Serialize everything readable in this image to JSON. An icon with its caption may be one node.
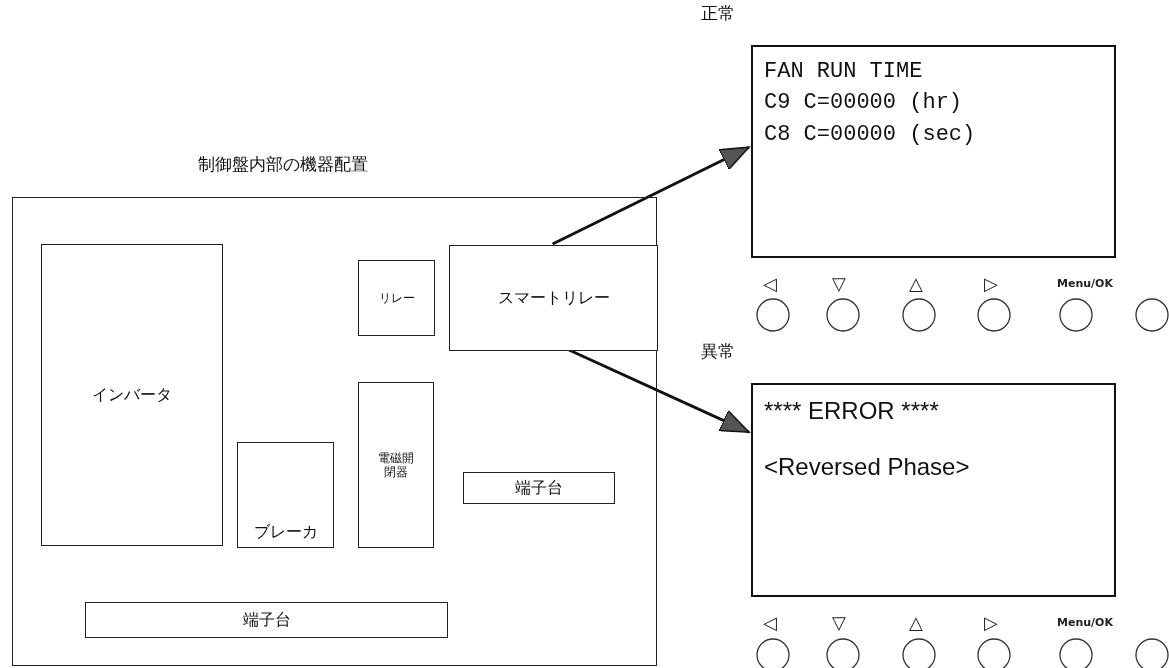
{
  "diagram": {
    "nodes": [
      {
        "text": [
          "制御盤内部の機器配置"
        ]
      },
      {
        "text": [
          "インバータ"
        ],
        "in": 0
      },
      {
        "text": [
          "ブレーカ"
        ],
        "in": 0
      },
      {
        "text": [
          "リレー"
        ],
        "in": 0
      },
      {
        "text": [
          "電磁開閉器"
        ],
        "in": 0
      },
      {
        "text": [
          "スマートリレー"
        ],
        "in": 0
      },
      {
        "text": [
          "端子台"
        ],
        "in": 0
      },
      {
        "text": [
          "端子台"
        ],
        "in": 0
      },
      {
        "text": [
          "正常",
          "FAN RUN TIME",
          "C9 C=00000 (hr)",
          "C8 C=00000 (sec)"
        ]
      },
      {
        "text": [
          "異常",
          "**** ERROR ****",
          "<Reversed Phase>"
        ]
      }
    ],
    "edges": [
      {
        "from": 5,
        "to": 8,
        "arrow": "to"
      },
      {
        "from": 5,
        "to": 9,
        "arrow": "to"
      }
    ],
    "labels": [
      "◁",
      "▽",
      "△",
      "▷",
      "Menu/OK",
      "◁",
      "▽",
      "△",
      "▷",
      "Menu/OK"
    ]
  }
}
